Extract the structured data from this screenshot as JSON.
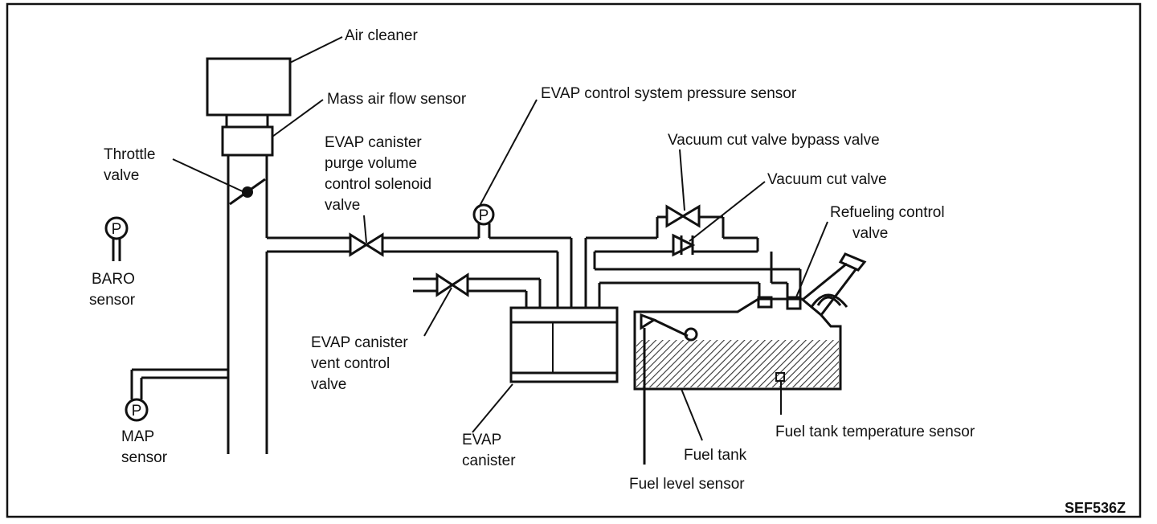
{
  "labels": {
    "air_cleaner": "Air cleaner",
    "maf": "Mass air flow sensor",
    "throttle_1": "Throttle",
    "throttle_2": "valve",
    "evap_pressure": "EVAP control system pressure sensor",
    "purge_1": "EVAP canister",
    "purge_2": "purge volume",
    "purge_3": "control solenoid",
    "purge_4": "valve",
    "vcv_bypass": "Vacuum cut valve bypass valve",
    "vcv": "Vacuum cut valve",
    "refuel_1": "Refueling control",
    "refuel_2": "valve",
    "baro_1": "BARO",
    "baro_2": "sensor",
    "vent_1": "EVAP canister",
    "vent_2": "vent control",
    "vent_3": "valve",
    "map_1": "MAP",
    "map_2": "sensor",
    "canister_1": "EVAP",
    "canister_2": "canister",
    "fuel_tank": "Fuel tank",
    "fuel_temp": "Fuel tank temperature sensor",
    "fuel_level": "Fuel level sensor",
    "figure_code": "SEF536Z",
    "p_symbol": "P"
  }
}
